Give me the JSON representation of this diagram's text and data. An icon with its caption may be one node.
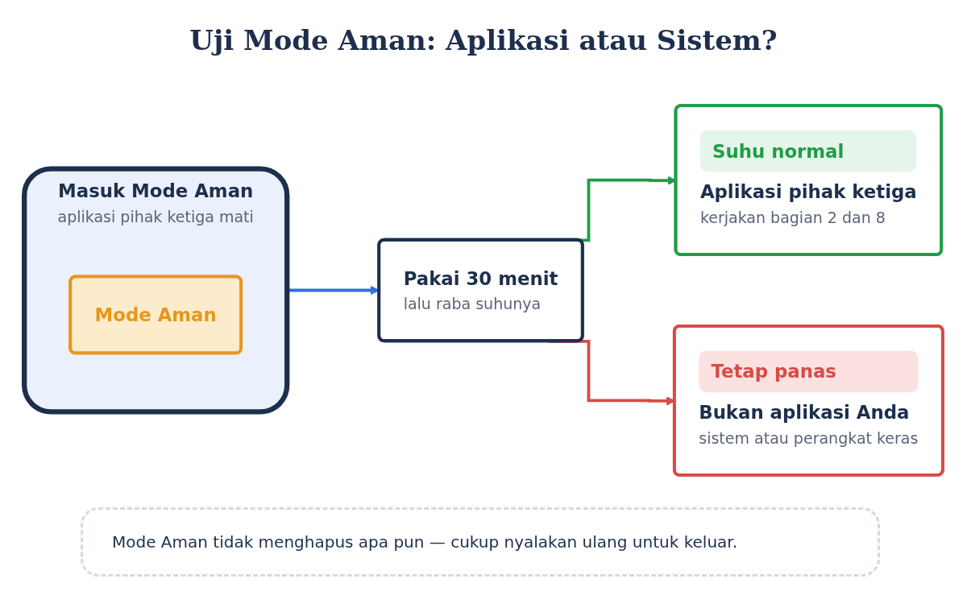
{
  "diagram": {
    "title": "Uji Mode Aman: Aplikasi atau Sistem?",
    "nodes": [
      {
        "text": [
          "Masuk Mode Aman",
          "aplikasi pihak ketiga mati"
        ]
      },
      {
        "text": [
          "Mode Aman"
        ],
        "in": 0
      },
      {
        "text": [
          "Pakai 30 menit",
          "lalu raba suhunya"
        ]
      },
      {
        "text": [
          "Suhu normal",
          "Aplikasi pihak ketiga",
          "kerjakan bagian 2 dan 8"
        ]
      },
      {
        "text": [
          "Tetap panas",
          "Bukan aplikasi Anda",
          "sistem atau perangkat keras"
        ]
      }
    ],
    "edges": [
      {
        "from": 0,
        "to": 2,
        "arrow": "to",
        "color": "#2f6fe0"
      },
      {
        "from": 2,
        "to": 3,
        "arrow": "to",
        "color": "#1f9d48"
      },
      {
        "from": 2,
        "to": 4,
        "arrow": "to",
        "color": "#d64c47"
      }
    ],
    "labels": [
      "Mode Aman tidak menghapus apa pun — cukup nyalakan ulang untuk keluar."
    ]
  }
}
